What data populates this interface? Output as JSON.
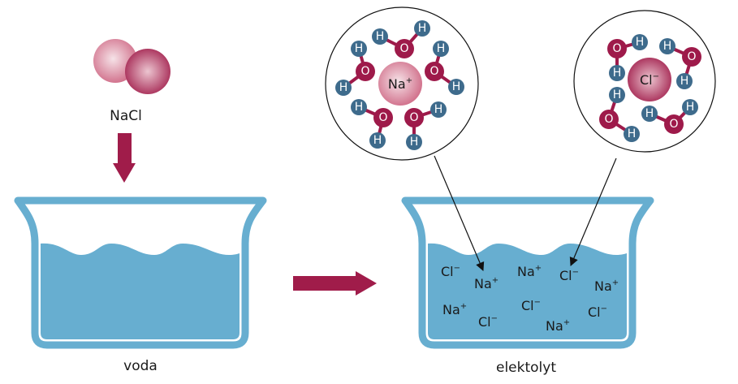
{
  "labels": {
    "salt": "NaCl",
    "water": "voda",
    "electrolyte": "elektolyt"
  },
  "atoms": {
    "oxygen": "O",
    "hydrogen": "H"
  },
  "na_shell": {
    "symbol": "Na",
    "charge": "+",
    "water_molecules": 5
  },
  "cl_shell": {
    "symbol": "Cl",
    "charge": "−",
    "water_molecules": 4
  },
  "electrolyte_ions": [
    {
      "symbol": "Cl",
      "charge": "−"
    },
    {
      "symbol": "Na",
      "charge": "+"
    },
    {
      "symbol": "Na",
      "charge": "+"
    },
    {
      "symbol": "Cl",
      "charge": "−"
    },
    {
      "symbol": "Na",
      "charge": "+"
    },
    {
      "symbol": "Na",
      "charge": "+"
    },
    {
      "symbol": "Cl",
      "charge": "−"
    },
    {
      "symbol": "Cl",
      "charge": "−"
    },
    {
      "symbol": "Na",
      "charge": "+"
    },
    {
      "symbol": "Cl",
      "charge": "−"
    }
  ],
  "colors": {
    "water": "#67aed0",
    "arrow": "#a01c4a",
    "oxygen": "#9e1a4a",
    "hydrogen": "#3e6b8c",
    "sodium": "#d47890",
    "chlorine": "#a8244f"
  }
}
